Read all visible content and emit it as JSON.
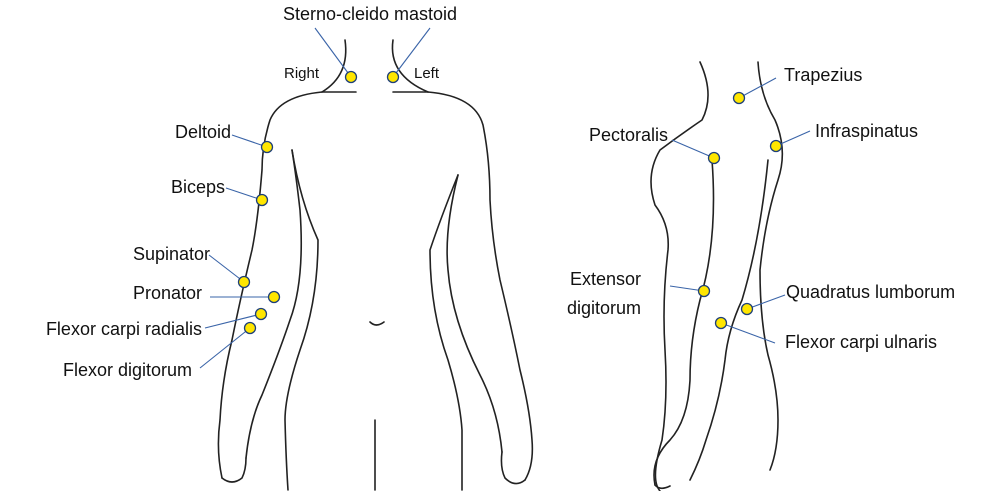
{
  "colors": {
    "electrode": "#ffe600",
    "leader": "#3a64a8",
    "outline": "#222222"
  },
  "side_labels": {
    "right": "Right",
    "left": "Left"
  },
  "front_labels": {
    "sterno": "Sterno-cleido mastoid",
    "deltoid": "Deltoid",
    "biceps": "Biceps",
    "supinator": "Supinator",
    "pronator": "Pronator",
    "flexor_carpi_radialis": "Flexor carpi radialis",
    "flexor_digitorum": "Flexor digitorum"
  },
  "side_view_labels": {
    "trapezius": "Trapezius",
    "infraspinatus": "Infraspinatus",
    "pectoralis": "Pectoralis",
    "extensor_line1": "Extensor",
    "extensor_line2": "digitorum",
    "quadratus": "Quadratus lumborum",
    "flexor_carpi_ulnaris": "Flexor carpi ulnaris"
  }
}
